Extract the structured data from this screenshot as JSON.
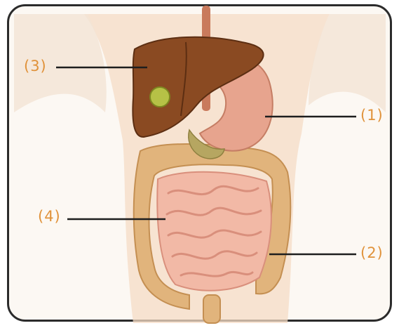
{
  "diagram": {
    "labels": [
      {
        "id": "label-1",
        "text": "(1)",
        "organ": "stomach"
      },
      {
        "id": "label-2",
        "text": "(2)",
        "organ": "large-intestine"
      },
      {
        "id": "label-3",
        "text": "(3)",
        "organ": "liver"
      },
      {
        "id": "label-4",
        "text": "(4)",
        "organ": "small-intestine"
      }
    ],
    "colors": {
      "label_text": "#e0923a",
      "leader_line": "#1e1e1e",
      "frame_border": "#2b2b2b",
      "liver": "#8a4a22",
      "stomach": "#e7a48e",
      "small_intestine": "#f2b9a6",
      "large_intestine": "#e1b47c",
      "body": "#f6dcc6"
    }
  }
}
